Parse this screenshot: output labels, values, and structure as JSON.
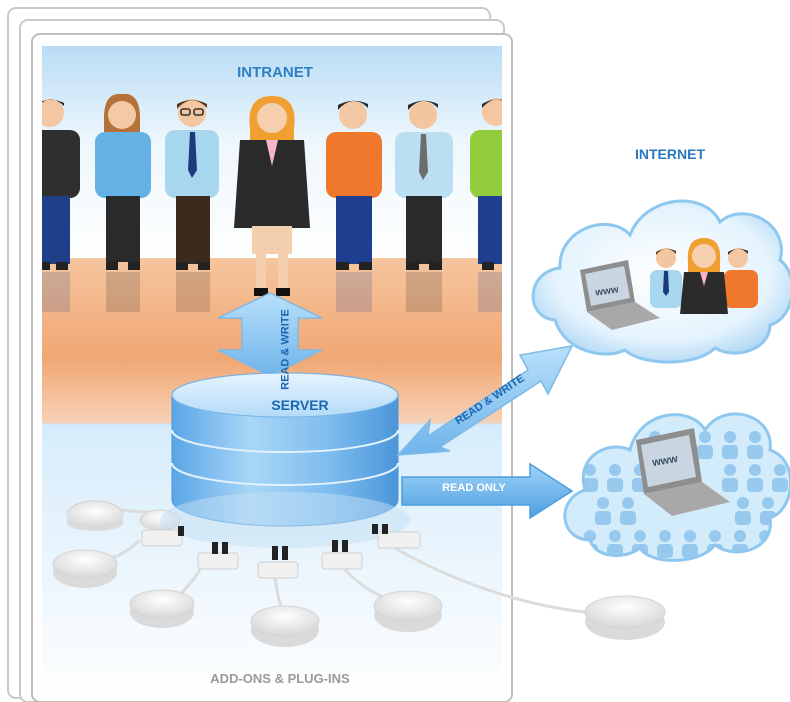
{
  "labels": {
    "intranet": "INTRANET",
    "internet": "INTERNET",
    "server": "SERVER",
    "read_write_vertical": "READ & WRITE",
    "read_write_diagonal": "READ & WRITE",
    "read_only": "READ ONLY",
    "addons": "ADD-ONS & PLUG-INS",
    "www_laptop_1": "www",
    "www_laptop_2": "www"
  },
  "colors": {
    "panel_sky": "#cfe6f7",
    "floor_orange": "#f3b48a",
    "server_blue": "#7fbdf0",
    "arrow_blue": "#8ec8f2",
    "cloud_blue": "#d3ecfb"
  }
}
